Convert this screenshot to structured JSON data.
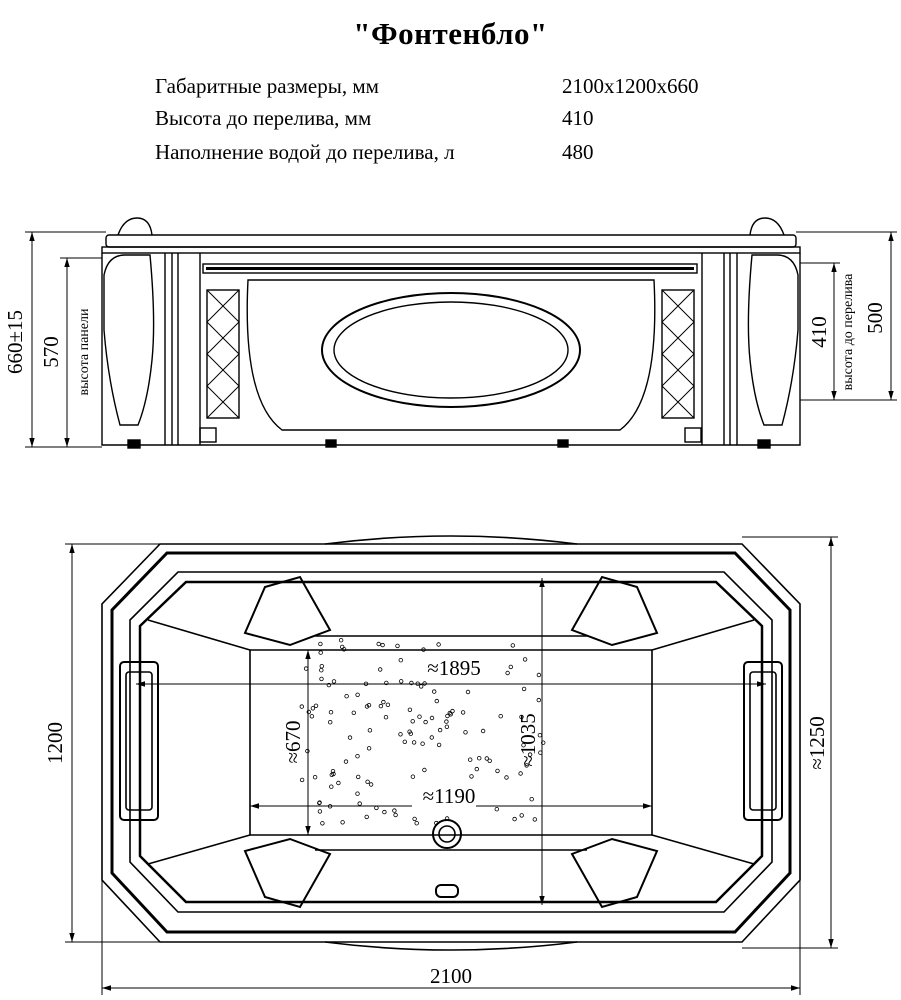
{
  "title": "\"Фонтенбло\"",
  "specs": [
    {
      "label": "Габаритные размеры, мм",
      "value": "2100x1200x660"
    },
    {
      "label": "Высота до перелива, мм",
      "value": "410"
    },
    {
      "label": "Наполнение водой до перелива, л",
      "value": "480"
    }
  ],
  "side_view": {
    "dims": {
      "total_height": "660±15",
      "panel_height": "570",
      "panel_height_caption": "высота панели",
      "overflow_height": "410",
      "overflow_height_caption": "высота до перелива",
      "right_height": "500"
    }
  },
  "top_view": {
    "dims": {
      "length": "2100",
      "width": "1200",
      "outer_width": "≈1250",
      "inner_length": "≈1895",
      "bottom_length": "≈1190",
      "inner_width": "≈1035",
      "bottom_width": "≈670"
    }
  }
}
